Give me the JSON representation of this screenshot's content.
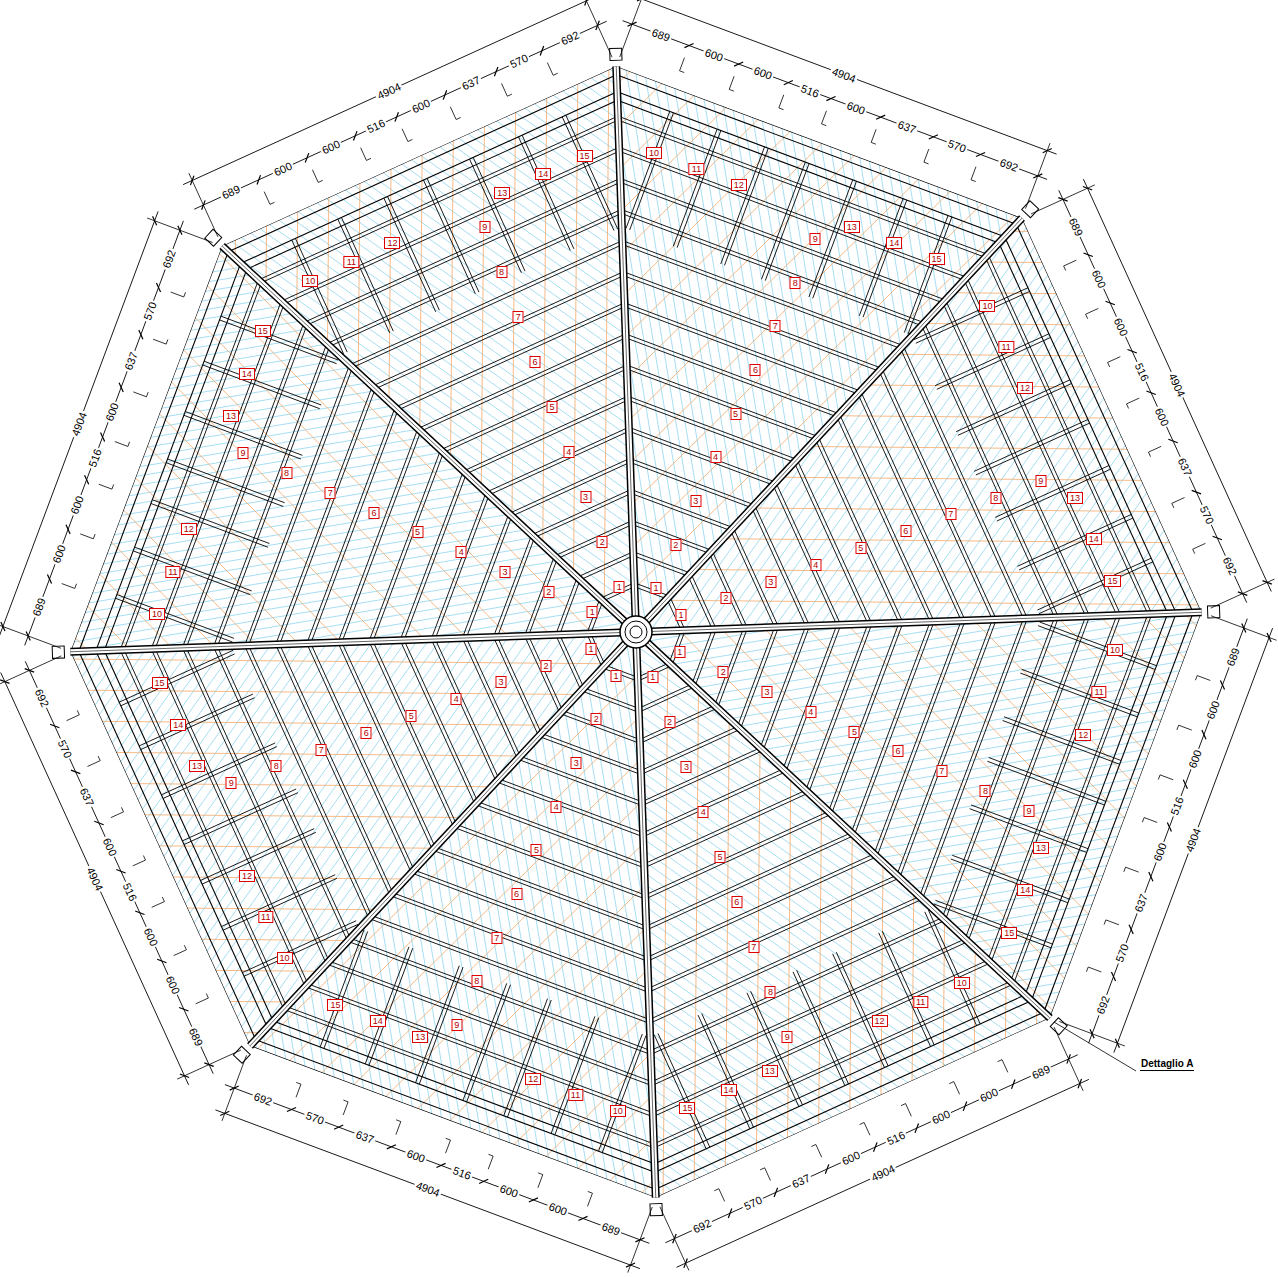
{
  "diagram": {
    "labels": [
      "689",
      "600",
      "600",
      "516",
      "600",
      "637",
      "570",
      "692",
      "4904",
      "689",
      "600",
      "600",
      "516",
      "600",
      "637",
      "570",
      "692",
      "4904",
      "689",
      "600",
      "600",
      "516",
      "600",
      "637",
      "570",
      "692",
      "4904",
      "689",
      "600",
      "600",
      "516",
      "600",
      "637",
      "570",
      "692",
      "4904",
      "689",
      "600",
      "600",
      "516",
      "600",
      "637",
      "570",
      "692",
      "4904",
      "689",
      "600",
      "600",
      "516",
      "600",
      "637",
      "570",
      "692",
      "4904",
      "689",
      "600",
      "600",
      "516",
      "600",
      "637",
      "570",
      "692",
      "4904",
      "689",
      "600",
      "600",
      "516",
      "600",
      "637",
      "570",
      "692",
      "4904",
      "Dettaglio A",
      "1",
      "2",
      "3",
      "4",
      "5",
      "6",
      "7",
      "8",
      "9",
      "10",
      "11",
      "12",
      "13",
      "14",
      "15",
      "1",
      "2",
      "3",
      "4",
      "5",
      "6",
      "7",
      "8",
      "9",
      "10",
      "11",
      "12",
      "13",
      "14",
      "15",
      "1",
      "2",
      "3",
      "4",
      "5",
      "6",
      "7",
      "8",
      "9",
      "10",
      "11",
      "12",
      "13",
      "14",
      "15",
      "1",
      "2",
      "3",
      "4",
      "5",
      "6",
      "7",
      "8",
      "9",
      "10",
      "11",
      "12",
      "13",
      "14",
      "15",
      "1",
      "2",
      "3",
      "4",
      "5",
      "6",
      "7",
      "8",
      "9",
      "10",
      "11",
      "12",
      "13",
      "14",
      "15",
      "1",
      "2",
      "3",
      "4",
      "5",
      "6",
      "7",
      "8",
      "9",
      "10",
      "11",
      "12",
      "13",
      "14",
      "15",
      "1",
      "2",
      "3",
      "4",
      "5",
      "6",
      "7",
      "8",
      "9",
      "10",
      "11",
      "12",
      "13",
      "14",
      "15",
      "1",
      "2",
      "3",
      "4",
      "5",
      "6",
      "7",
      "8",
      "9",
      "10",
      "11",
      "12",
      "13",
      "14",
      "15"
    ]
  }
}
